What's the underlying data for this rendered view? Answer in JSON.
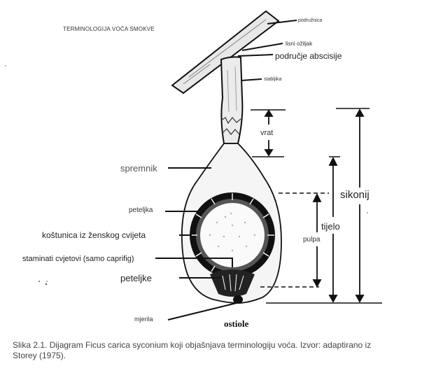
{
  "figure": {
    "title": "TERMINOLOGIJA VOĆA SMOKVE",
    "labels": {
      "podruznica": "podružnica",
      "lisni_oziljak": "lisni ožiljak",
      "podrucje_abscisije": "područje abscisije",
      "stabljika": "stabljika",
      "vrat": "vrat",
      "spremnik": "spremnik",
      "sikonij": "sikonij",
      "peteljka": "peteljka",
      "tijelo": "tijelo",
      "kostunica": "koštunica iz ženskog cvijeta",
      "pulpa": "pulpa",
      "staminati": "staminati cvjetovi (samo caprifig)",
      "peteljke": "peteljke",
      "mjerila": "mjerila",
      "ostiole": "ostiole"
    }
  },
  "caption": "Slika 2.1. Dijagram Ficus carica syconium koji objašnjava terminologiju voća. Izvor: adaptirano iz Storey (1975)."
}
